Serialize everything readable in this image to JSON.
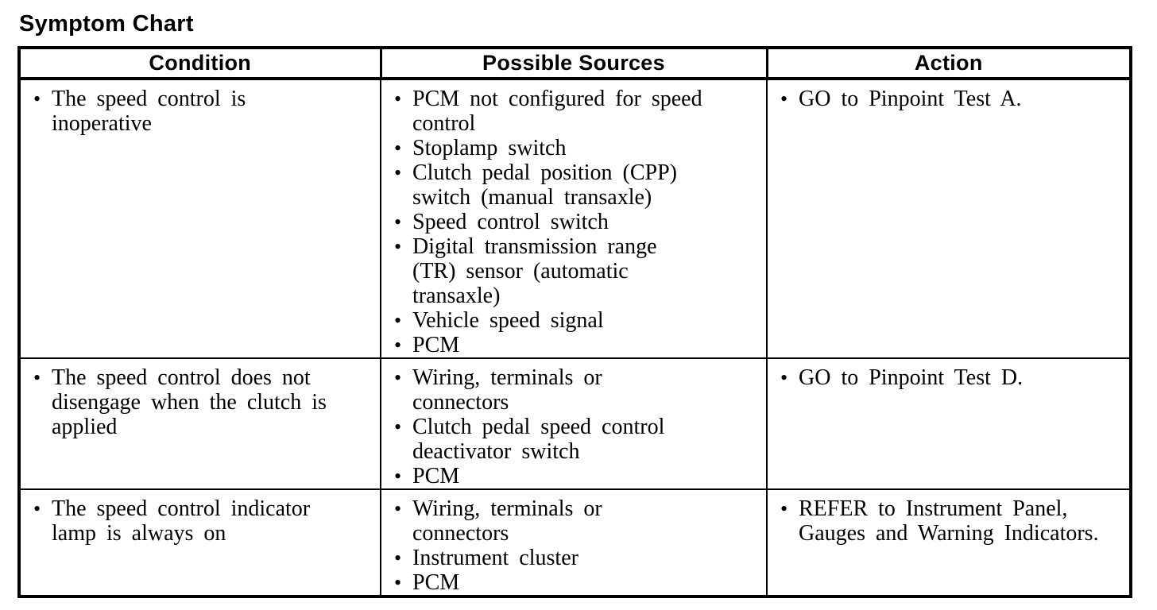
{
  "page": {
    "title": "Symptom Chart"
  },
  "glyphs": {
    "bullet": "•"
  },
  "table": {
    "headers": [
      "Condition",
      "Possible Sources",
      "Action"
    ],
    "rows": [
      {
        "condition": [
          "The speed control is inoperative"
        ],
        "sources": [
          "PCM not configured for speed control",
          "Stoplamp switch",
          "Clutch pedal position (CPP) switch (manual transaxle)",
          "Speed control switch",
          "Digital transmission range (TR) sensor (automatic transaxle)",
          "Vehicle speed signal",
          "PCM"
        ],
        "actions": [
          "GO to Pinpoint Test A."
        ]
      },
      {
        "condition": [
          "The speed control does not disengage when the clutch is applied"
        ],
        "sources": [
          "Wiring, terminals or connectors",
          "Clutch pedal speed control deactivator switch",
          "PCM"
        ],
        "actions": [
          "GO to Pinpoint Test D."
        ]
      },
      {
        "condition": [
          "The speed control indicator lamp is always on"
        ],
        "sources": [
          "Wiring, terminals or connectors",
          "Instrument cluster",
          "PCM"
        ],
        "actions": [
          "REFER to Instrument Panel, Gauges and Warning Indicators."
        ]
      }
    ]
  }
}
